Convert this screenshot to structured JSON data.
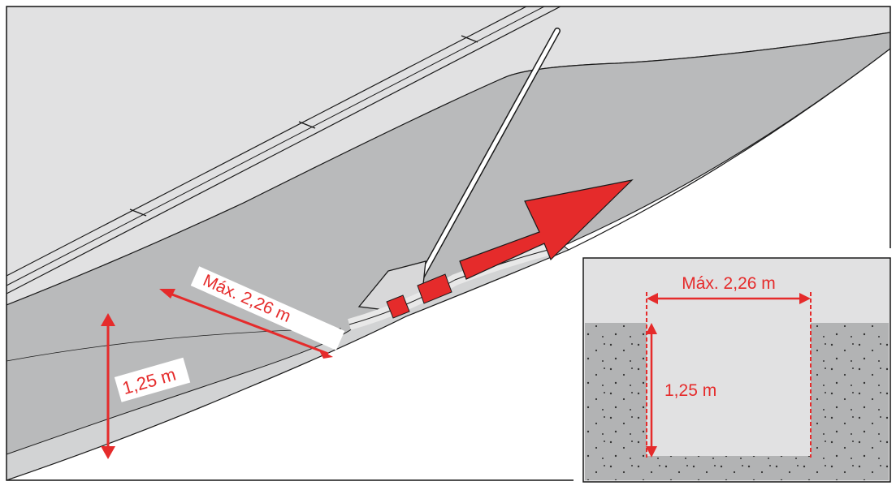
{
  "main_view": {
    "width_label": "Máx. 2,26 m",
    "depth_label": "1,25 m"
  },
  "inset_view": {
    "width_label": "Máx. 2,26 m",
    "depth_label": "1,25 m"
  },
  "colors": {
    "accent_red": "#e52b2b",
    "pavement": "#e1e1e2",
    "trench_gray": "#b9babb",
    "soil_gray": "#b2b3b4",
    "outline": "#1a1a1a"
  },
  "icons": [
    "shovel-icon",
    "direction-arrow-icon"
  ]
}
